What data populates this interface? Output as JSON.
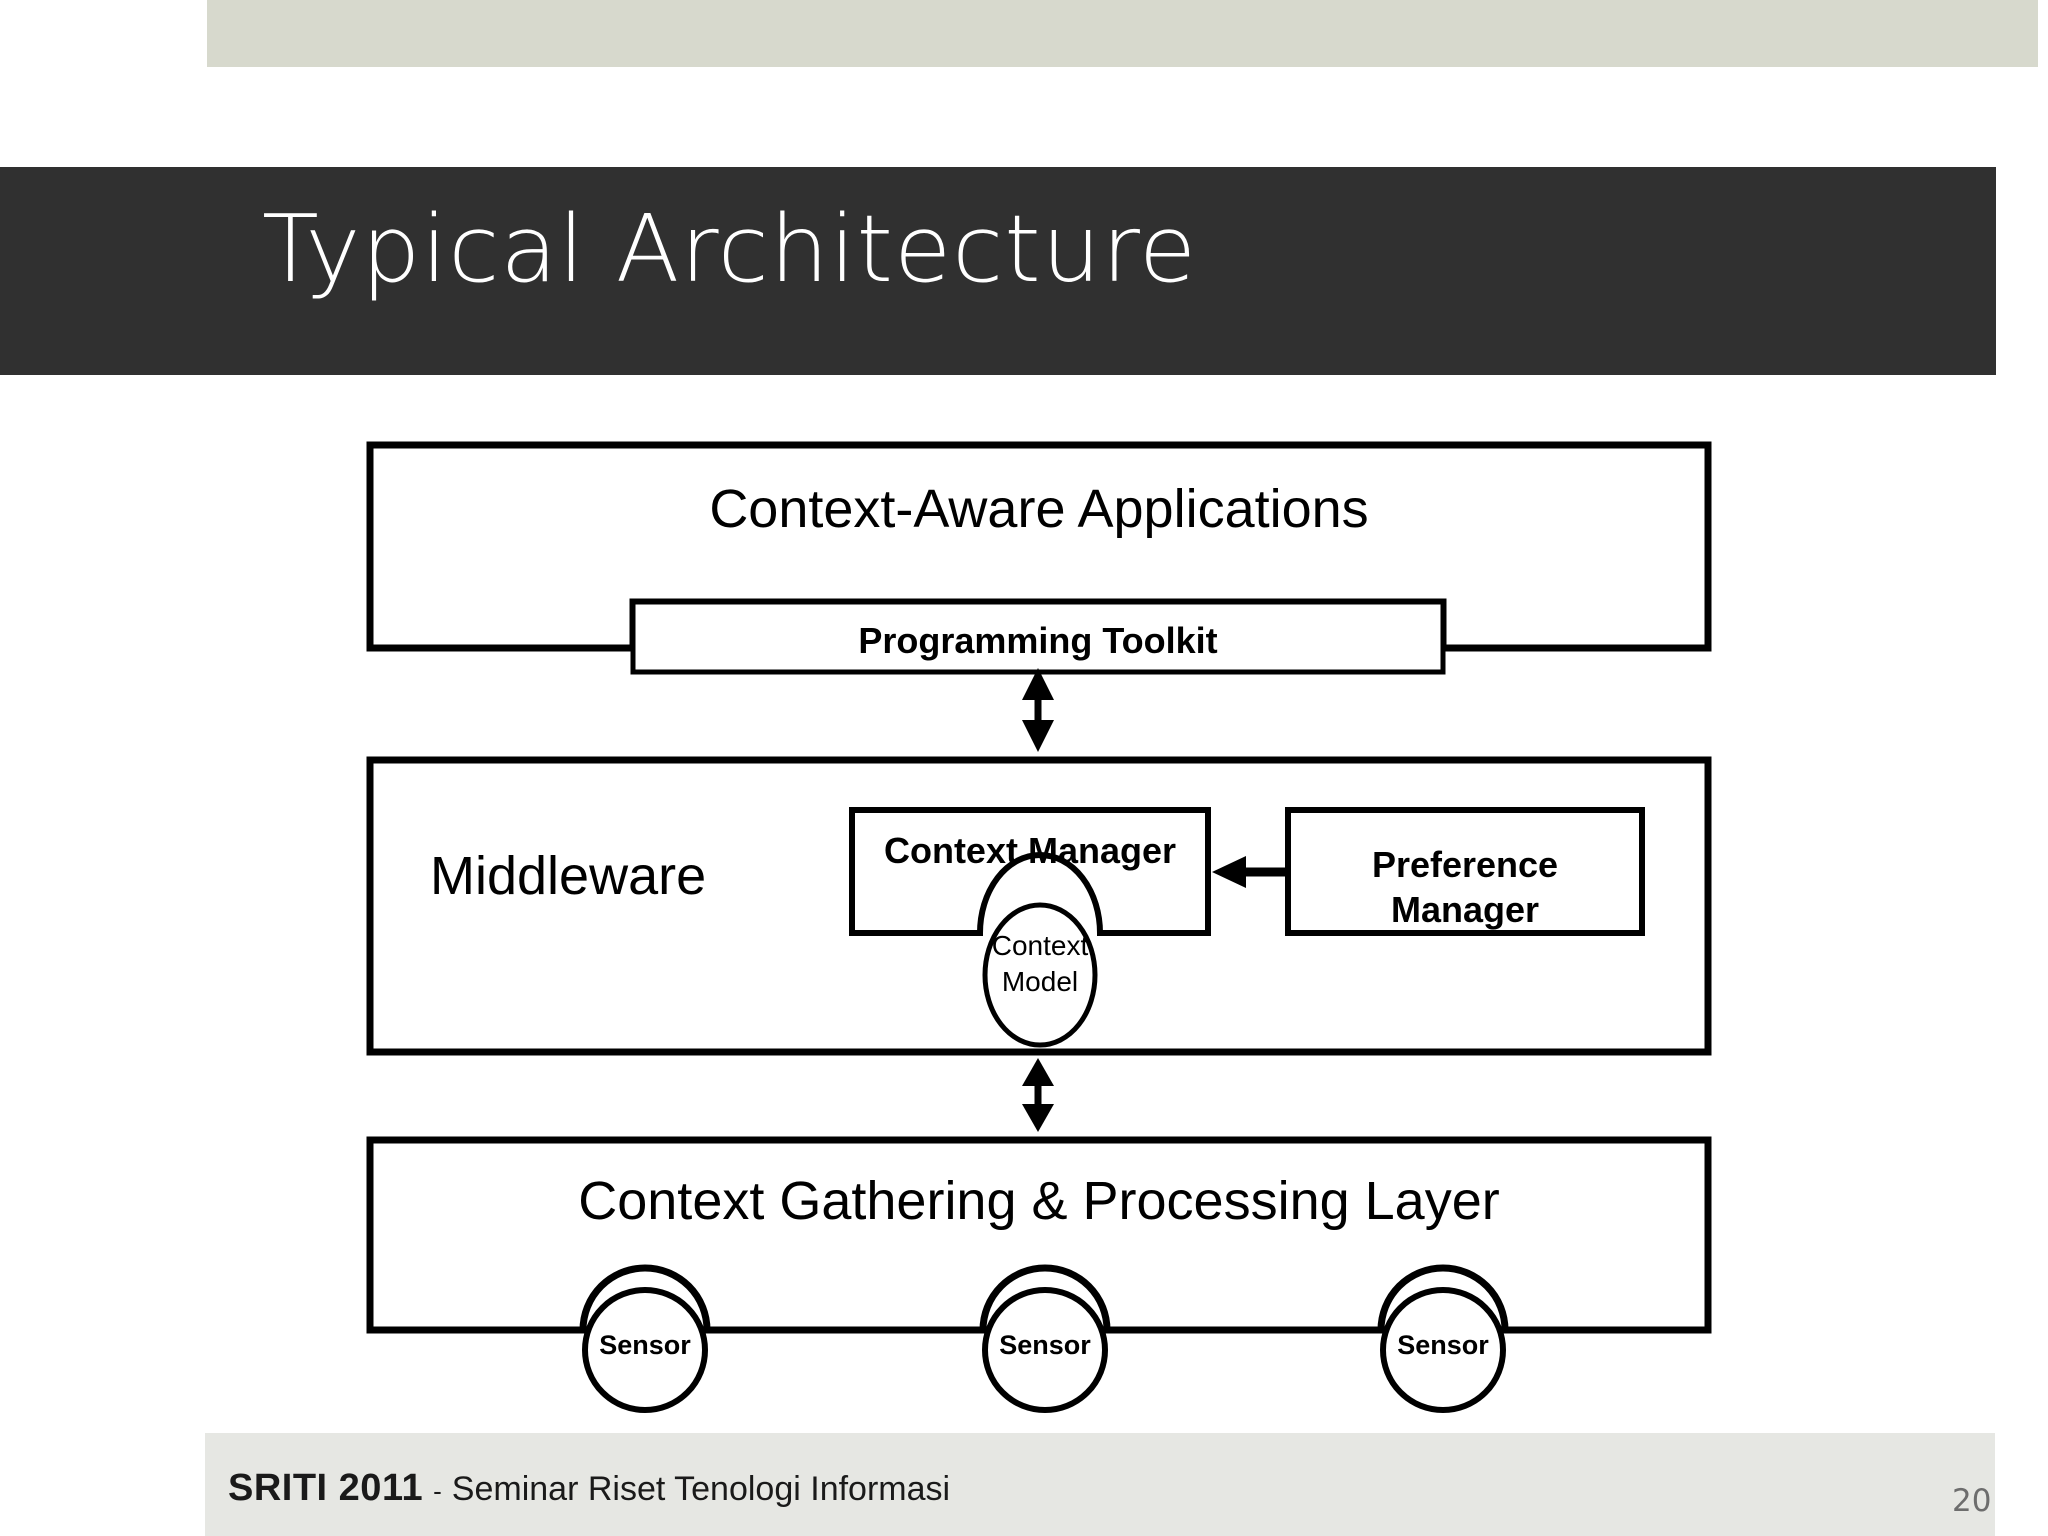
{
  "slide": {
    "title": "Typical Architecture",
    "page_number": "20",
    "footer": {
      "conference": "SRITI 2011",
      "separator": "-",
      "subtitle": "Seminar Riset Tenologi Informasi"
    },
    "colors": {
      "title_band": "#303030",
      "top_band": "#d7d9cd",
      "footer_band": "#e6e7e3",
      "title_text": "#ffffff",
      "diagram_stroke": "#000000",
      "page_number": "#6d6d6d"
    }
  },
  "diagram": {
    "type": "layered-architecture",
    "layers": [
      {
        "id": "applications",
        "label": "Context-Aware Applications"
      },
      {
        "id": "middleware",
        "label": "Middleware"
      },
      {
        "id": "gathering",
        "label": "Context Gathering & Processing Layer"
      }
    ],
    "components": [
      {
        "id": "programming-toolkit",
        "label": "Programming Toolkit",
        "shape": "rect",
        "parent": "applications"
      },
      {
        "id": "context-manager",
        "label": "Context Manager",
        "shape": "rect",
        "parent": "middleware"
      },
      {
        "id": "preference-manager",
        "label": "Preference\nManager",
        "label_line1": "Preference",
        "label_line2": "Manager",
        "shape": "rect",
        "parent": "middleware"
      },
      {
        "id": "context-model",
        "label": "Context Model",
        "label_line1": "Context",
        "label_line2": "Model",
        "shape": "ellipse",
        "parent": "context-manager"
      }
    ],
    "sensors": [
      {
        "id": "sensor-1",
        "label": "Sensor"
      },
      {
        "id": "sensor-2",
        "label": "Sensor"
      },
      {
        "id": "sensor-3",
        "label": "Sensor"
      }
    ],
    "connectors": [
      {
        "id": "toolkit-to-middleware",
        "style": "double-arrow",
        "orientation": "vertical"
      },
      {
        "id": "middleware-to-gathering",
        "style": "double-arrow",
        "orientation": "vertical"
      },
      {
        "id": "preference-to-context-manager",
        "style": "single-arrow",
        "orientation": "horizontal-left"
      }
    ]
  }
}
